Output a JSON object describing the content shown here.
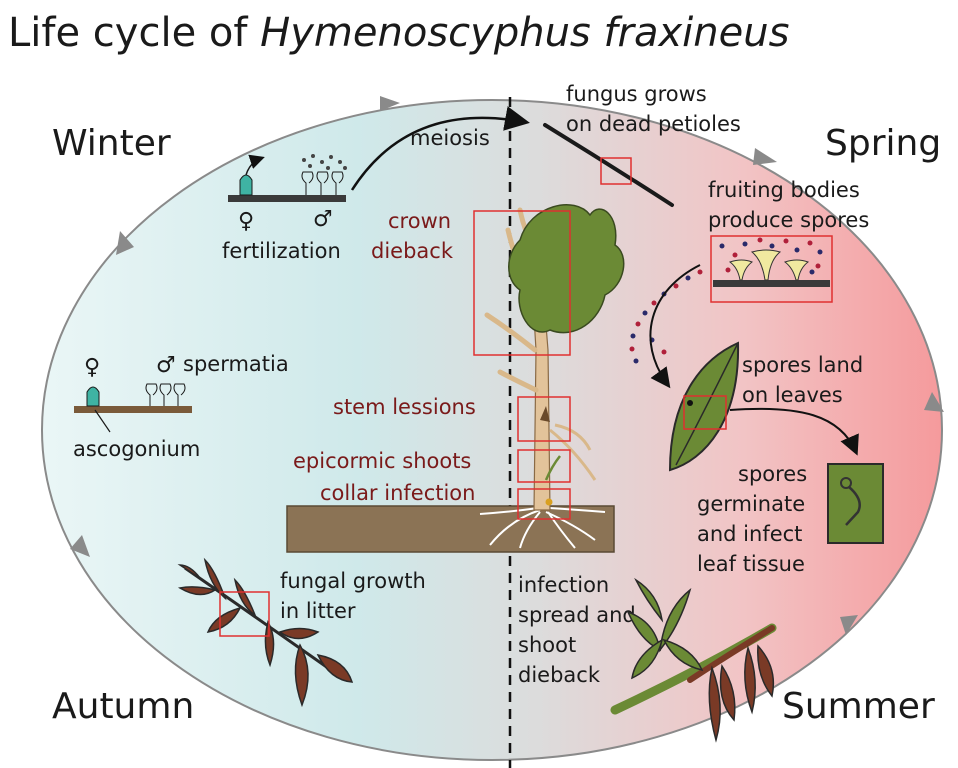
{
  "title": {
    "prefix": "Life cycle of ",
    "species": "Hymenoscyphus fraxineus"
  },
  "seasons": {
    "winter": "Winter",
    "spring": "Spring",
    "summer": "Summer",
    "autumn": "Autumn"
  },
  "labels": {
    "meiosis": "meiosis",
    "fungus_grows_1": "fungus grows",
    "fungus_grows_2": "on dead petioles",
    "fruiting_1": "fruiting bodies",
    "fruiting_2": "produce spores",
    "spores_land_1": "spores land",
    "spores_land_2": "on leaves",
    "germinate_1": "spores",
    "germinate_2": "germinate",
    "germinate_3": "and infect",
    "germinate_4": "leaf tissue",
    "infection_1": "infection",
    "infection_2": "spread and",
    "infection_3": "shoot",
    "infection_4": "dieback",
    "litter_1": "fungal growth",
    "litter_2": "in litter",
    "fertilization": "fertilization",
    "spermatia": "spermatia",
    "ascogonium": "ascogonium",
    "female_symbol": "♀",
    "male_symbol": "♂"
  },
  "symptoms": {
    "crown_1": "crown",
    "crown_2": "dieback",
    "stem": "stem lessions",
    "epicormic": "epicormic shoots",
    "collar": "collar infection"
  },
  "colors": {
    "winter_tint": "#cfe9ea",
    "summer_tint": "#f6a4a6",
    "leaf_green": "#6b8a35",
    "leaf_brown": "#7a3a26",
    "soil": "#8b7355",
    "trunk": "#e2c39a",
    "ascogonium": "#3fb3a3",
    "box_red": "#e03030",
    "label_red": "#7a1a1a"
  }
}
